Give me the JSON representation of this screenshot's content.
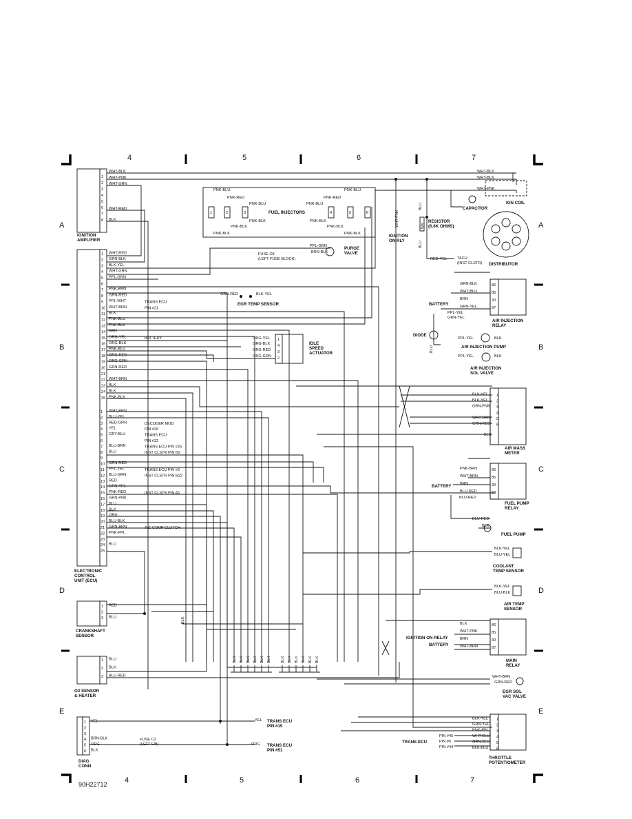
{
  "columns": [
    "4",
    "5",
    "6",
    "7"
  ],
  "rows": [
    "A",
    "B",
    "C",
    "D",
    "E"
  ],
  "ref_code": "90H22712",
  "components": {
    "ignition_amplifier": "IGNITION\nAMPLIFIER",
    "ecu": "ELECTRONIC\nCONTROL\nUNIT (ECU)",
    "crankshaft_sensor": "CRANKSHAFT\nSENSOR",
    "o2_sensor": "O2 SENSOR\n& HEATER",
    "diag_conn": "DIAG\nCONN",
    "fuel_injectors": "FUEL INJECTORS",
    "fuse_c8": "FUSE C8\n(LEFT FUSE BLOCK)",
    "purge_valve": "PURGE\nVALVE",
    "egr_temp_sensor": "EGR TEMP SENSOR",
    "idle_speed_actuator": "IDLE\nSPEED\nACTUATOR",
    "ignition_on_rly": "IGNITION\nON RLY",
    "resistor": "RESISTOR\n(6.8K OHMS)",
    "capacitor": "CAPACITOR",
    "ign_coil": "IGN COIL",
    "distributor": "DISTRIBUTOR",
    "tach": "TACH\n(INST CLSTR)",
    "air_injection_relay": "AIR INJECTION\nRELAY",
    "battery": "BATTERY",
    "diode": "DIODE",
    "air_injection_pump": "AIR INJECTION PUMP",
    "air_injection_sol": "AIR INJECTION\nSOL VALVE",
    "air_mass_meter": "AIR MASS\nMETER",
    "fuel_pump_relay": "FUEL PUMP\nRELAY",
    "fuel_pump": "FUEL PUMP",
    "coolant_temp_sensor": "COOLANT\nTEMP SENSOR",
    "air_temp_sensor": "AIR TEMP\nSENSOR",
    "ignition_on_relay": "IGNITION ON RELAY",
    "main_relay": "MAIN\nRELAY",
    "egr_sol": "EGR SOL\nVAC VALVE",
    "trans_ecu": "TRANS ECU",
    "throttle_pot": "THROTTLE\nPOTENTIOMETER",
    "fuse_c2": "FUSE C2\n(LEFT F/B)",
    "trans_ecu_pin15": "TRANS ECU\nPIN #15",
    "trans_ecu_pin51": "TRANS ECU\nPIN #51"
  },
  "amp_pins": [
    {
      "n": "1",
      "wire": "WHT-BLK"
    },
    {
      "n": "2",
      "wire": "WHT-PNK"
    },
    {
      "n": "3",
      "wire": "WHT-GRN"
    },
    {
      "n": "4",
      "wire": ""
    },
    {
      "n": "5",
      "wire": ""
    },
    {
      "n": "6",
      "wire": "WHT-RED"
    },
    {
      "n": "7",
      "wire": ""
    },
    {
      "n": "8",
      "wire": "BLK"
    }
  ],
  "ecu_a": [
    {
      "n": "1",
      "wire": "WHT-RED",
      "note": ""
    },
    {
      "n": "2",
      "wire": "GRN-BLK",
      "note": ""
    },
    {
      "n": "3",
      "wire": "BLK-YEL",
      "note": ""
    },
    {
      "n": "4",
      "wire": "WHT-GRN",
      "note": ""
    },
    {
      "n": "5",
      "wire": "PPL-GRN",
      "note": ""
    },
    {
      "n": "6",
      "wire": "",
      "note": ""
    },
    {
      "n": "7",
      "wire": "PNK-BRN",
      "note": ""
    },
    {
      "n": "8",
      "wire": "GRN-RED",
      "note": ""
    },
    {
      "n": "9",
      "wire": "PPL-WHT",
      "note": "TRANS ECU"
    },
    {
      "n": "10",
      "wire": "WHT-BRN",
      "note": "PIN #21"
    },
    {
      "n": "11",
      "wire": "BLK",
      "note": ""
    },
    {
      "n": "12",
      "wire": "PNK-BLU",
      "note": ""
    },
    {
      "n": "13",
      "wire": "PNK-BLK",
      "note": ""
    },
    {
      "n": "14",
      "wire": "BRN",
      "note": ""
    },
    {
      "n": "15",
      "wire": "ORG-YEL",
      "note": "BATTERY"
    },
    {
      "n": "16",
      "wire": "ORG-BLK",
      "note": ""
    },
    {
      "n": "17",
      "wire": "PNK-BLU",
      "note": ""
    },
    {
      "n": "18",
      "wire": "ORG-RED",
      "note": ""
    },
    {
      "n": "19",
      "wire": "ORG-GRN",
      "note": ""
    },
    {
      "n": "20",
      "wire": "GRN-RED",
      "note": ""
    },
    {
      "n": "21",
      "wire": "",
      "note": ""
    },
    {
      "n": "22",
      "wire": "WHT-BRN",
      "note": ""
    },
    {
      "n": "23",
      "wire": "BLK",
      "note": ""
    },
    {
      "n": "24",
      "wire": "BLK",
      "note": ""
    },
    {
      "n": "25",
      "wire": "PNK-BLK",
      "note": ""
    }
  ],
  "ecu_b": [
    {
      "n": "1",
      "wire": "WHT-BRN",
      "note": ""
    },
    {
      "n": "2",
      "wire": "BLU-YEL",
      "note": ""
    },
    {
      "n": "3",
      "wire": "RED-GRN",
      "note": "DECODER MOD"
    },
    {
      "n": "4",
      "wire": "YEL",
      "note": "PIN #26"
    },
    {
      "n": "5",
      "wire": "GRY-BLU",
      "note": "TRANS ECU"
    },
    {
      "n": "6",
      "wire": "",
      "note": "PIN #32"
    },
    {
      "n": "7",
      "wire": "BLU-BRN",
      "note": "TRANS ECU PIN #25"
    },
    {
      "n": "8",
      "wire": "BLU",
      "note": "INST CLSTR PIN B2"
    },
    {
      "n": "9",
      "wire": "",
      "note": ""
    },
    {
      "n": "10",
      "wire": "GRN-RED",
      "note": ""
    },
    {
      "n": "11",
      "wire": "PPL-YEL",
      "note": "TRANS ECU PIN #3"
    },
    {
      "n": "12",
      "wire": "BLU-GRN",
      "note": "INST CLSTR PIN B22"
    },
    {
      "n": "13",
      "wire": "RED",
      "note": ""
    },
    {
      "n": "14",
      "wire": "GRN-YEL",
      "note": ""
    },
    {
      "n": "15",
      "wire": "PNK-RED",
      "note": "INST CLSTR PIN A1"
    },
    {
      "n": "16",
      "wire": "GRN-PNK",
      "note": ""
    },
    {
      "n": "17",
      "wire": "BLU",
      "note": ""
    },
    {
      "n": "18",
      "wire": "BLK",
      "note": ""
    },
    {
      "n": "19",
      "wire": "ORG",
      "note": ""
    },
    {
      "n": "20",
      "wire": "BLU-BLK",
      "note": ""
    },
    {
      "n": "21",
      "wire": "GRN-BRN",
      "note": "A/C COMP CLUTCH"
    },
    {
      "n": "22",
      "wire": "PNK-PPL",
      "note": ""
    },
    {
      "n": "23",
      "wire": "",
      "note": ""
    },
    {
      "n": "24",
      "wire": "BLU",
      "note": ""
    },
    {
      "n": "25",
      "wire": "",
      "note": ""
    }
  ],
  "crank_pins": [
    {
      "n": "1",
      "wire": "RED"
    },
    {
      "n": "2",
      "wire": ""
    },
    {
      "n": "3",
      "wire": "BLU"
    }
  ],
  "o2_pins": [
    {
      "n": "1",
      "wire": "BLU"
    },
    {
      "n": "2",
      "wire": "BLK"
    },
    {
      "n": "3",
      "wire": "BLU-RED"
    }
  ],
  "diag_pins": [
    {
      "n": "1",
      "wire": "YEL"
    },
    {
      "n": "2",
      "wire": ""
    },
    {
      "n": "3",
      "wire": ""
    },
    {
      "n": "4",
      "wire": "BRN-BLK"
    },
    {
      "n": "5",
      "wire": "ORG"
    },
    {
      "n": "6",
      "wire": "BLK"
    }
  ],
  "injector_wires": {
    "top": "PNK-BLU",
    "mid1": "PNK-RED",
    "mid2": "PNK-BLU",
    "low1": "PNK-BLK",
    "low2": "PNK-BLK",
    "numbers": [
      "1",
      "2",
      "3",
      "4",
      "5",
      "6"
    ]
  },
  "misc_wires": {
    "purge_top": "PPL-GRN",
    "purge_bot": "BRN-BLK",
    "egr_left": "GRN-RED",
    "egr_right": "BLK-YEL",
    "isa": [
      "ORG-YEL",
      "ORG-BLK",
      "ORG-RED",
      "ORG-GRN"
    ],
    "isa_pins": [
      "1",
      "4",
      "3",
      "2"
    ],
    "ign_rly_wire": "WHT-PNK",
    "res_top": "BLU",
    "res_bot": "BLU",
    "coil_wire1": "WHT-BLK",
    "coil_wire2": "WHT-BLK",
    "coil_wire3": "WHT-PNK",
    "tach_wire": "RED-YEL",
    "ground": "BLK",
    "ground_labels": [
      "BLK",
      "BLK",
      "BLK",
      "BLK",
      "BLK",
      "BLK",
      "BLK",
      "BLK",
      "BLK",
      "BLK",
      "BLK",
      "BLK"
    ]
  },
  "air_relay": [
    {
      "pin": "86",
      "wire": "GRN-BLK"
    },
    {
      "pin": "85",
      "wire": "WHT-BLU"
    },
    {
      "pin": "30",
      "wire": "BRN"
    },
    {
      "pin": "87",
      "wire": "GRN-YEL"
    }
  ],
  "air_relay_extra": [
    "PPL-YEL",
    "GRN-YEL"
  ],
  "pump_wires": [
    "PPL-YEL",
    "BLK"
  ],
  "sol_wires": [
    "PPL-YEL",
    "BLK"
  ],
  "diode_wire": "BLU",
  "air_mass": [
    {
      "pin": "1",
      "wire": "BLK-YEL"
    },
    {
      "pin": "2",
      "wire": "BLK-YEL"
    },
    {
      "pin": "3",
      "wire": "GRN-PNK"
    },
    {
      "pin": "4",
      "wire": ""
    },
    {
      "pin": "5",
      "wire": "WHT-BRN"
    },
    {
      "pin": "6",
      "wire": "GRN-RED"
    }
  ],
  "air_mass_blk": "BLK",
  "fuel_relay": [
    {
      "pin": "86",
      "wire": "PNK-BRN"
    },
    {
      "pin": "85",
      "wire": "WHT-BRN"
    },
    {
      "pin": "30",
      "wire": "BRN"
    },
    {
      "pin": "87",
      "wire": "BLU-RED"
    }
  ],
  "fuel_relay_extra": "BLU-RED",
  "fuel_pump_wires": [
    "BLU-RED",
    "BLK"
  ],
  "coolant_wires": [
    "BLK-YEL",
    "BLU-YEL"
  ],
  "airtemp_wires": [
    "BLK-YEL",
    "BLU-BLK"
  ],
  "main_relay": [
    {
      "pin": "86",
      "wire": "BLK"
    },
    {
      "pin": "85",
      "wire": "WHT-PNK"
    },
    {
      "pin": "30",
      "wire": "BRN"
    },
    {
      "pin": "87",
      "wire": "WHT-BRN"
    }
  ],
  "egr_wires": [
    "WHT-BRN",
    "GRN-RED"
  ],
  "throttle": [
    {
      "pin": "1",
      "wire": "BLK-YEL"
    },
    {
      "pin": "2",
      "wire": "GRN-YEL"
    },
    {
      "pin": "3",
      "wire": "PNK-PPL"
    },
    {
      "pin": "4",
      "wire": "WHT-BLU"
    },
    {
      "pin": "5",
      "wire": "GRN-BLU"
    },
    {
      "pin": "6",
      "wire": "BLK-BLU"
    }
  ],
  "trans_pins": [
    "PIN #45",
    "PIN #6",
    "PIN #44"
  ],
  "diag_out": {
    "yel": "YEL",
    "org": "ORG"
  },
  "resistor_sym": "WV"
}
